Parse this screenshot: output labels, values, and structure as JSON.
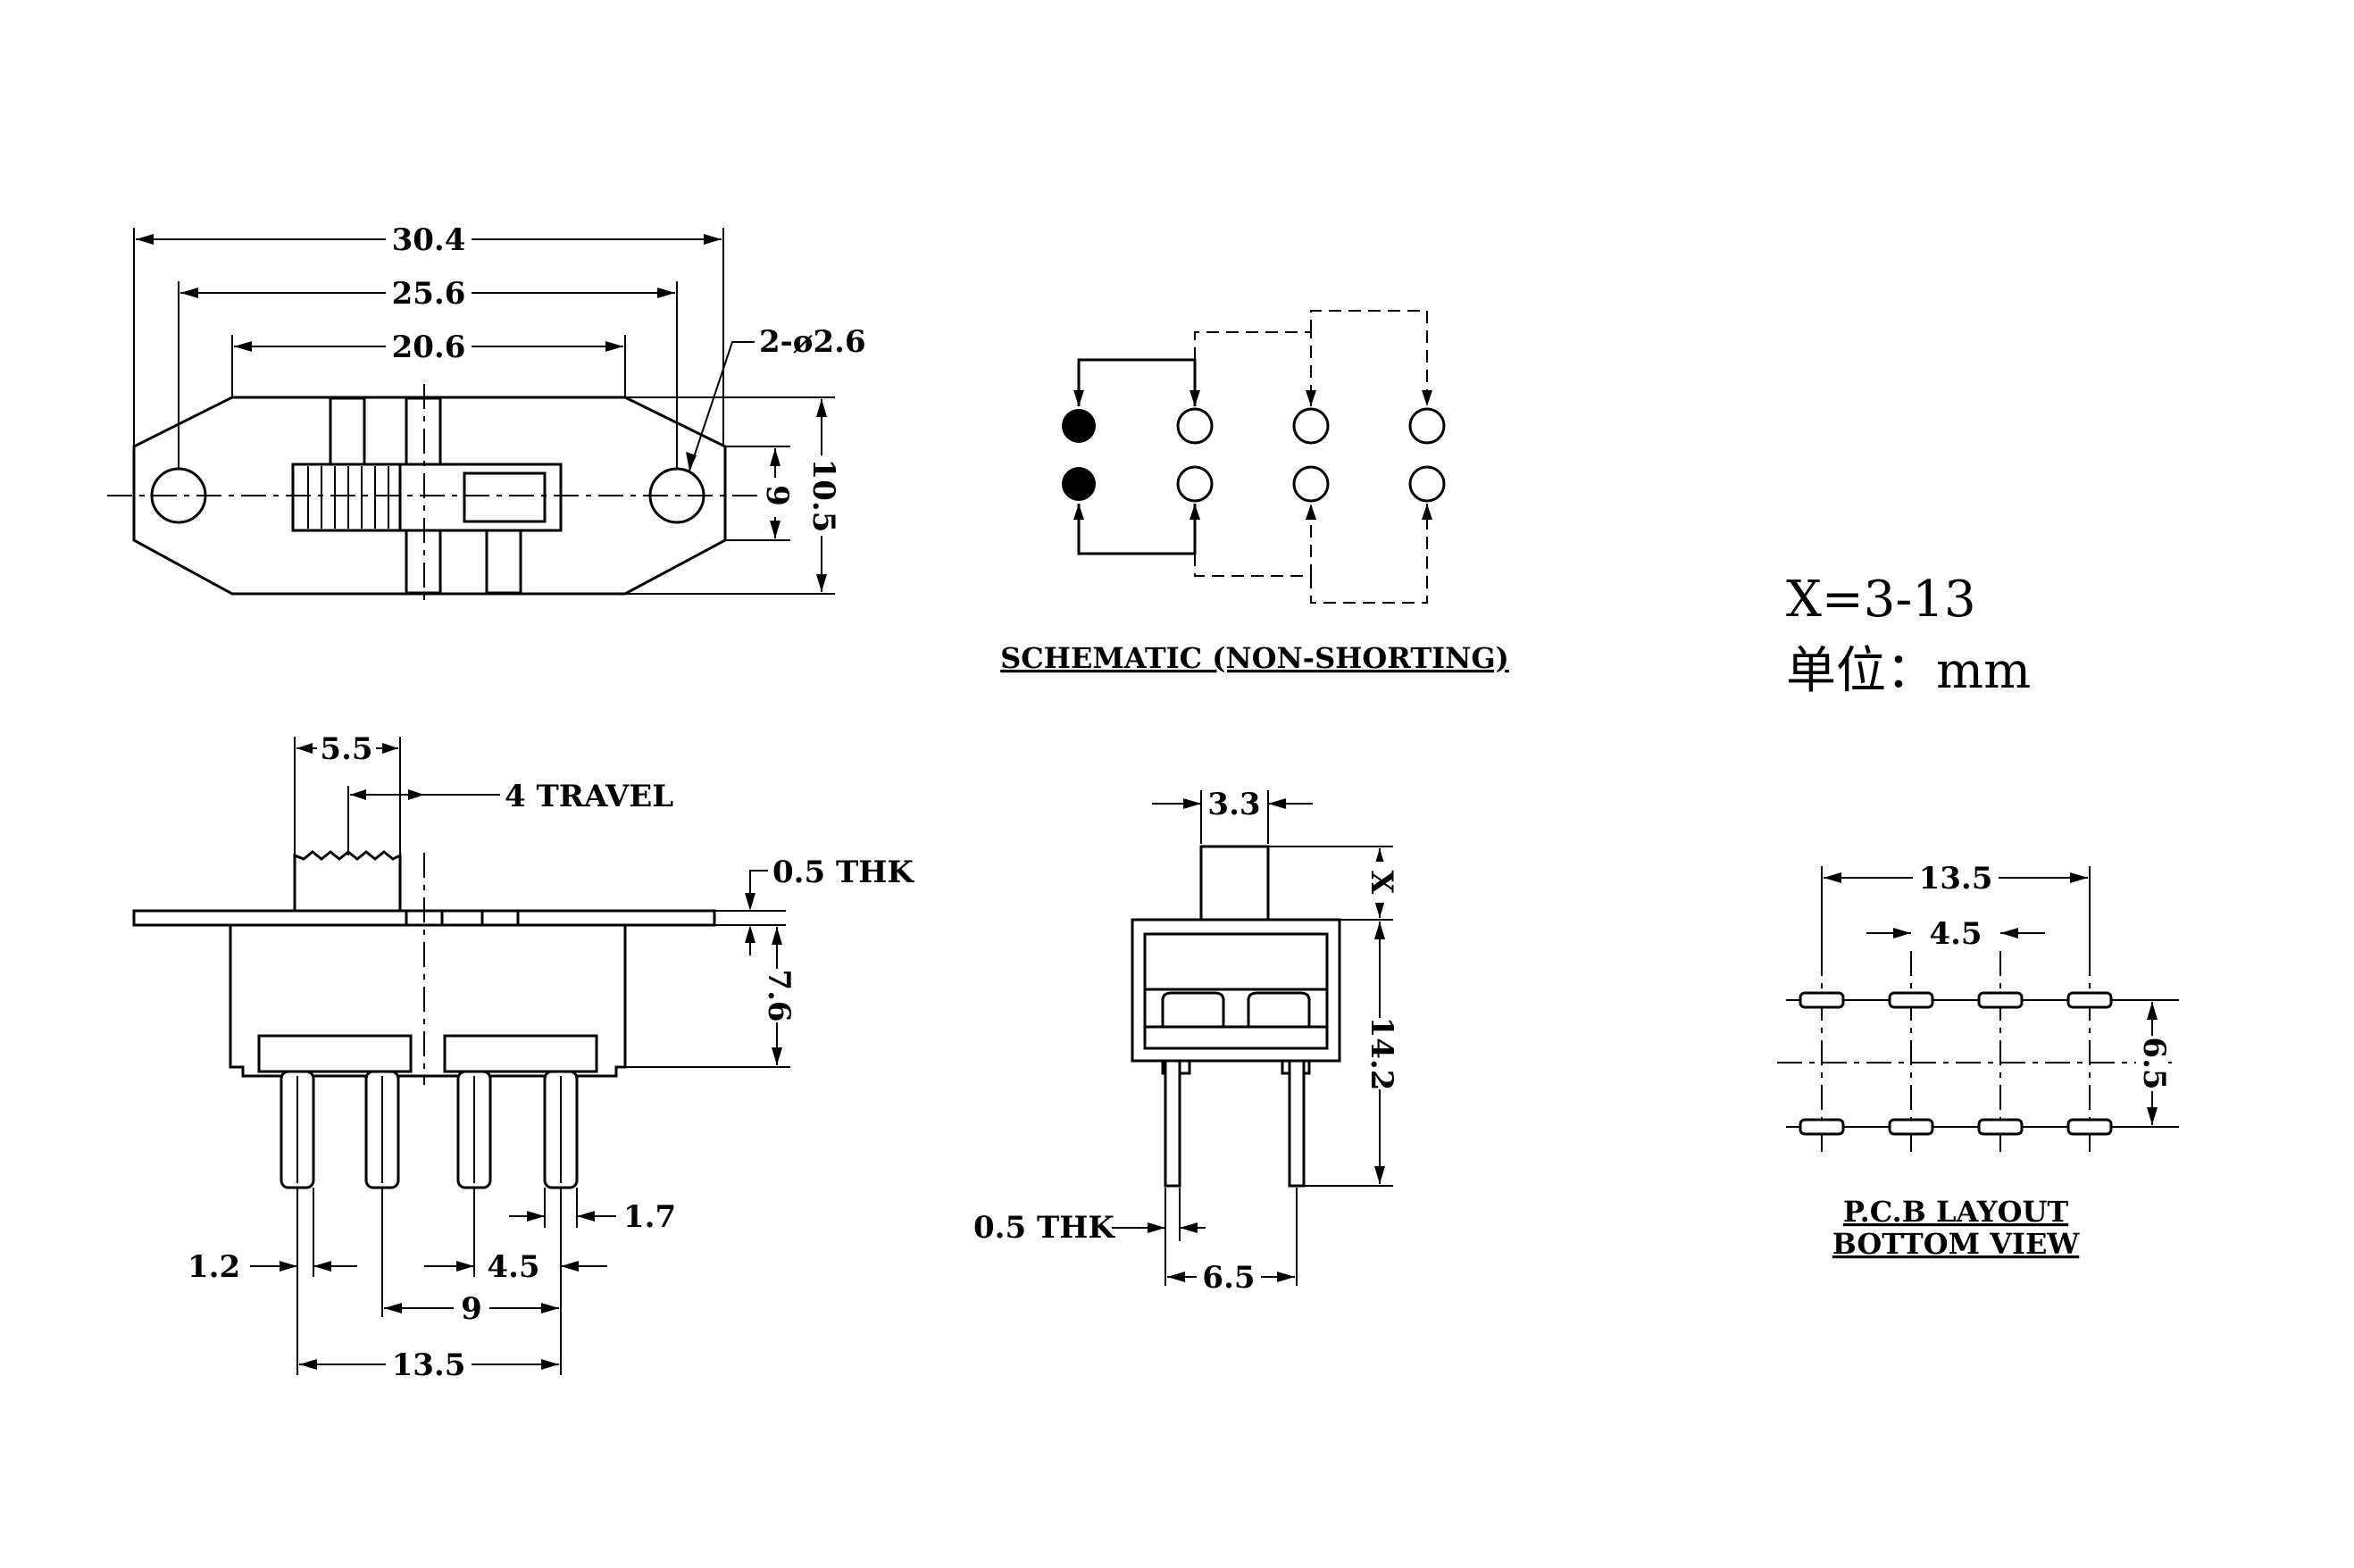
{
  "top_view": {
    "dim_overall": "30.4",
    "dim_hole_spacing": "25.6",
    "dim_body_length": "20.6",
    "dim_holes": "2-ø2.6",
    "dim_body_height": "9",
    "dim_flange_height": "10.5"
  },
  "schematic": {
    "title": "SCHEMATIC (NON-SHORTING)"
  },
  "side_view": {
    "dim_actuator_width": "5.5",
    "dim_travel": "4 TRAVEL",
    "dim_flange_thickness": "0.5 THK",
    "dim_body_depth": "7.6",
    "dim_pin_width": "1.2",
    "dim_pin_tip": "1.7",
    "dim_pin_pitch": "4.5",
    "dim_pin_span_9": "9",
    "dim_pin_span_total": "13.5"
  },
  "end_view": {
    "dim_actuator_width": "3.3",
    "dim_actuator_height": "X",
    "dim_overall_height": "14.2",
    "dim_pin_thickness": "0.5 THK",
    "dim_row_spacing": "6.5"
  },
  "notes": {
    "x_range": "X=3-13",
    "unit": "单位：mm"
  },
  "pcb_layout": {
    "dim_total": "13.5",
    "dim_pitch": "4.5",
    "dim_row_spacing": "6.5",
    "title_line1": "P.C.B LAYOUT",
    "title_line2": "BOTTOM VIEW"
  }
}
